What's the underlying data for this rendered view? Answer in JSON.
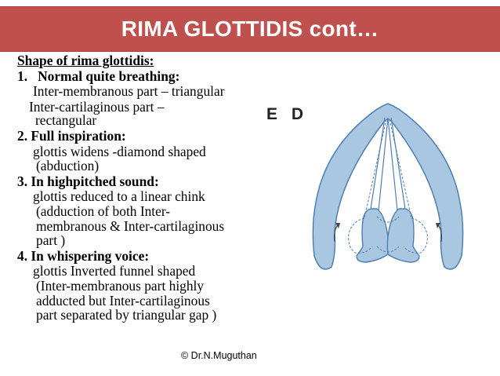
{
  "title": "RIMA GLOTTIDIS cont…",
  "lines": [
    "Shape of rima glottidis:",
    "1.   Normal quite breathing:",
    "Inter-membranous part – triangular",
    "Inter-cartilaginous part –",
    "rectangular",
    "2. Full inspiration:",
    "glottis widens -diamond shaped",
    "(abduction)",
    "3. In highpitched sound:",
    "glottis reduced to a linear chink",
    "(adduction of both Inter-",
    "membranous & Inter-cartilaginous",
    "part )",
    "4. In whispering voice:",
    "glottis  Inverted funnel shaped",
    "(Inter-membranous part highly",
    "adducted but Inter-cartilaginous",
    "part separated by triangular gap )"
  ],
  "figure_label": "E D",
  "copyright": "© Dr.N.Muguthan",
  "colors": {
    "title_bar": "#c0504d",
    "cartilage_fill": "#a9c7e0",
    "cartilage_stroke": "#4e7fb4"
  }
}
